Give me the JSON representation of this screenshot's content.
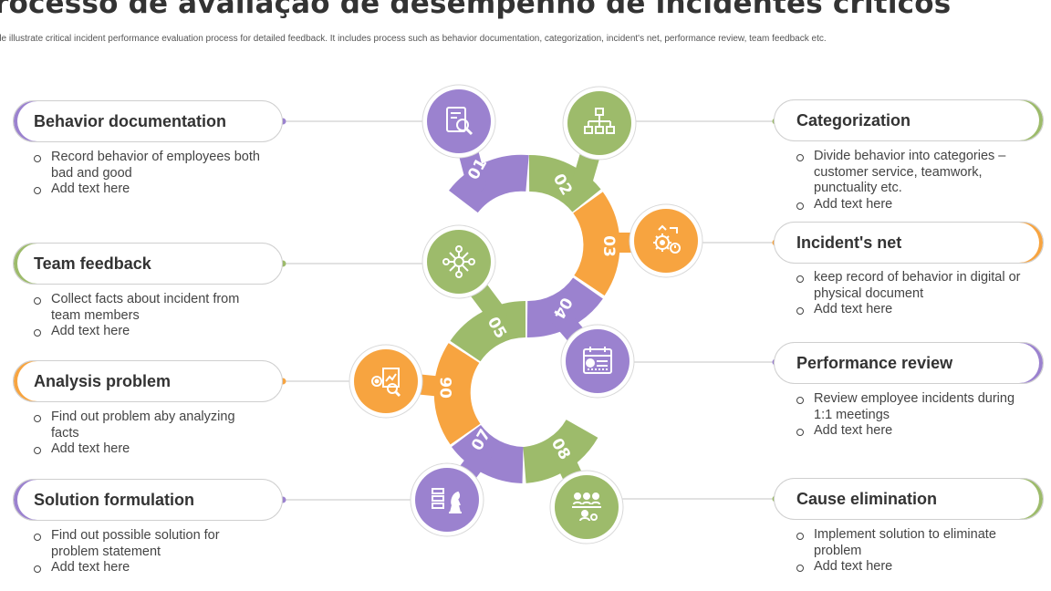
{
  "title": "rocesso de avaliação de desempenho de incidentes críticos",
  "subtitle": "de illustrate critical incident performance evaluation process for detailed feedback. It includes process such as behavior documentation, categorization, incident's net, performance review, team feedback etc.",
  "colors": {
    "purple": "#9b82cf",
    "green": "#9dbb6b",
    "orange": "#f7a440"
  },
  "steps": [
    {
      "number": "01",
      "title": "Behavior documentation",
      "bullets": [
        "Record behavior of employees both bad and good",
        "Add text here"
      ],
      "icon": "document-search-icon"
    },
    {
      "number": "02",
      "title": "Categorization",
      "bullets": [
        "Divide behavior into categories – customer service, teamwork, punctuality etc.",
        "Add text here"
      ],
      "icon": "hierarchy-icon"
    },
    {
      "number": "03",
      "title": "Incident's net",
      "bullets": [
        "keep record of behavior in digital or physical document",
        "Add text here"
      ],
      "icon": "gear-timer-icon"
    },
    {
      "number": "04",
      "title": "Performance review",
      "bullets": [
        "Review employee incidents during 1:1 meetings",
        "Add text here"
      ],
      "icon": "calendar-rating-icon"
    },
    {
      "number": "05",
      "title": "Team feedback",
      "bullets": [
        "Collect facts about incident from team members",
        "Add text here"
      ],
      "icon": "team-network-icon"
    },
    {
      "number": "06",
      "title": "Analysis problem",
      "bullets": [
        "Find out problem aby analyzing facts",
        "Add text here"
      ],
      "icon": "analysis-gear-icon"
    },
    {
      "number": "07",
      "title": "Solution formulation",
      "bullets": [
        "Find out possible solution for problem statement",
        "Add text here"
      ],
      "icon": "strategy-chess-icon"
    },
    {
      "number": "08",
      "title": "Cause elimination",
      "bullets": [
        "Implement solution to eliminate problem",
        "Add text here"
      ],
      "icon": "meeting-people-icon"
    }
  ]
}
